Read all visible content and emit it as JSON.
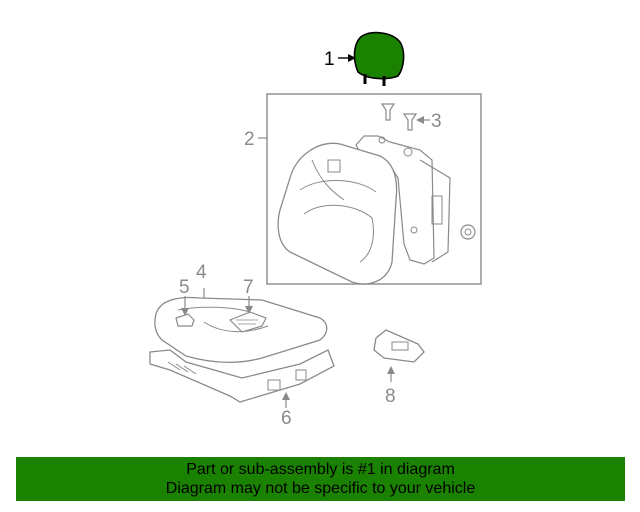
{
  "callouts": {
    "c1": "1",
    "c2": "2",
    "c3": "3",
    "c4": "4",
    "c5": "5",
    "c6": "6",
    "c7": "7",
    "c8": "8"
  },
  "highlight_part": "1",
  "banner": {
    "line1": "Part or sub-assembly is #1 in diagram",
    "line2": "Diagram may not be specific to your vehicle"
  },
  "colors": {
    "highlight": "#1a8200",
    "line_art": "#8a8a8a",
    "banner_bg": "#1a8200"
  }
}
